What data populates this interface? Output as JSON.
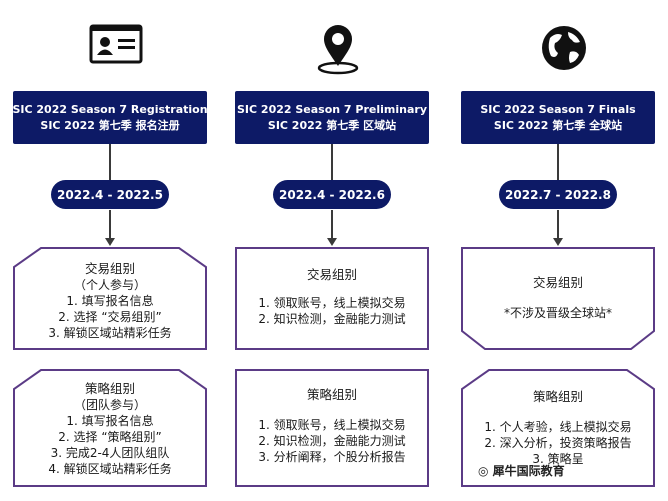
{
  "columns": [
    {
      "icon": "id-card-icon",
      "stage_en": "SIC 2022 Season 7 Registration",
      "stage_cn": "SIC 2022 第七季 报名注册",
      "date": "2022.4 - 2022.5",
      "box1": {
        "title": "交易组别",
        "subtitle": "（个人参与）",
        "lines": [
          "1. 填写报名信息",
          "2. 选择 “交易组别”",
          "3. 解锁区域站精彩任务"
        ]
      },
      "box2": {
        "title": "策略组别",
        "subtitle": "（团队参与）",
        "lines": [
          "1. 填写报名信息",
          "2. 选择 “策略组别”",
          "3. 完成2-4人团队组队",
          "4. 解锁区域站精彩任务"
        ]
      }
    },
    {
      "icon": "location-pin-icon",
      "stage_en": "SIC 2022 Season 7 Preliminary",
      "stage_cn": "SIC 2022 第七季 区域站",
      "date": "2022.4 - 2022.6",
      "box1": {
        "title": "交易组别",
        "subtitle": "",
        "lines": [
          "1. 领取账号，线上模拟交易",
          "2. 知识检测，金融能力测试"
        ]
      },
      "box2": {
        "title": "策略组别",
        "subtitle": "",
        "lines": [
          "1. 领取账号，线上模拟交易",
          "2. 知识检测，金融能力测试",
          "3. 分析阐释，个股分析报告"
        ]
      }
    },
    {
      "icon": "globe-icon",
      "stage_en": "SIC 2022 Season 7 Finals",
      "stage_cn": "SIC 2022 第七季 全球站",
      "date": "2022.7 - 2022.8",
      "box1": {
        "title": "交易组别",
        "subtitle": "",
        "lines": [
          "*不涉及晋级全球站*"
        ]
      },
      "box2": {
        "title": "策略组别",
        "subtitle": "",
        "lines": [
          "1. 个人考验，线上模拟交易",
          "2. 深入分析，投资策略报告",
          "3. 策略呈"
        ]
      }
    }
  ],
  "watermark": "犀牛国际教育"
}
